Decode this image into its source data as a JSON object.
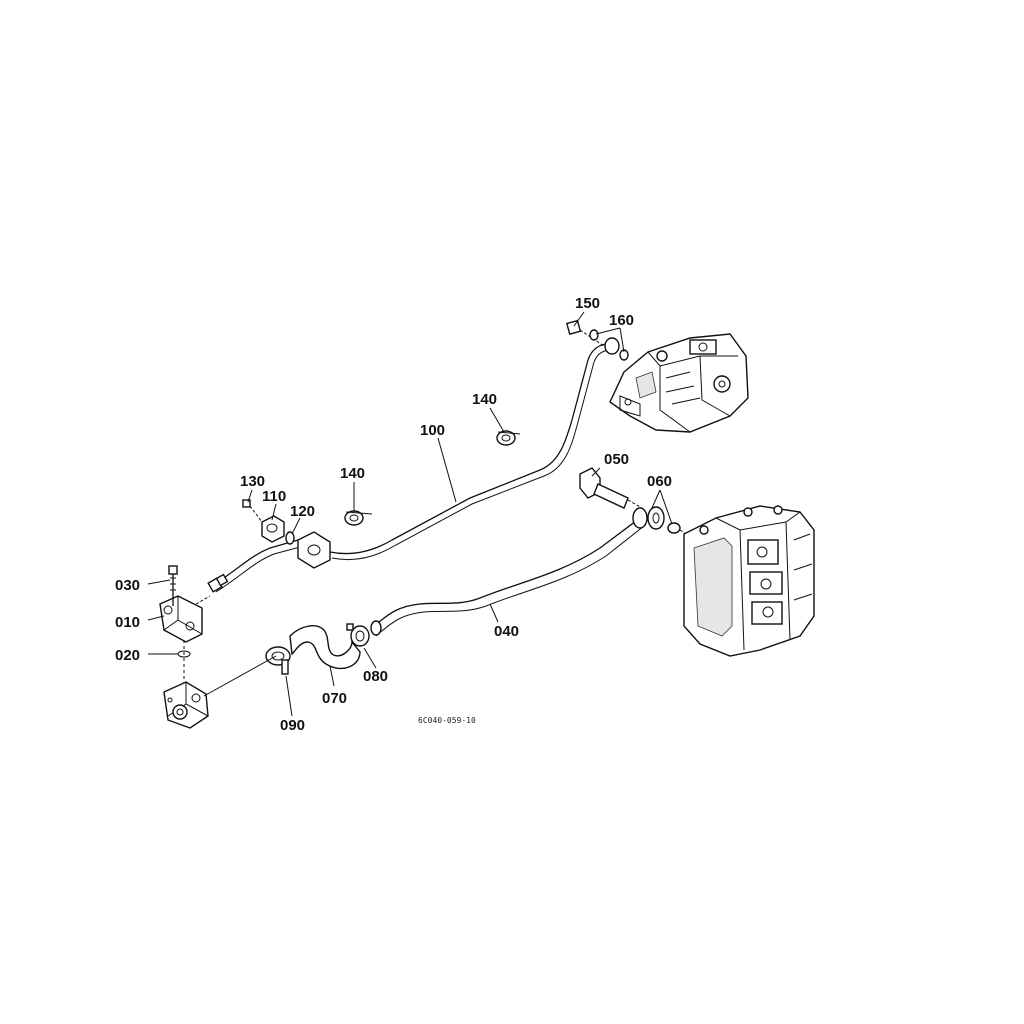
{
  "diagram": {
    "drawing_code": "6C040-059-10",
    "callouts": [
      {
        "id": "010",
        "label": "010"
      },
      {
        "id": "020",
        "label": "020"
      },
      {
        "id": "030",
        "label": "030"
      },
      {
        "id": "040",
        "label": "040"
      },
      {
        "id": "050",
        "label": "050"
      },
      {
        "id": "060",
        "label": "060"
      },
      {
        "id": "070",
        "label": "070"
      },
      {
        "id": "080",
        "label": "080"
      },
      {
        "id": "090",
        "label": "090"
      },
      {
        "id": "100",
        "label": "100"
      },
      {
        "id": "110",
        "label": "110"
      },
      {
        "id": "120",
        "label": "120"
      },
      {
        "id": "130",
        "label": "130"
      },
      {
        "id": "140a",
        "label": "140"
      },
      {
        "id": "140b",
        "label": "140"
      },
      {
        "id": "150",
        "label": "150"
      },
      {
        "id": "160",
        "label": "160"
      }
    ]
  }
}
